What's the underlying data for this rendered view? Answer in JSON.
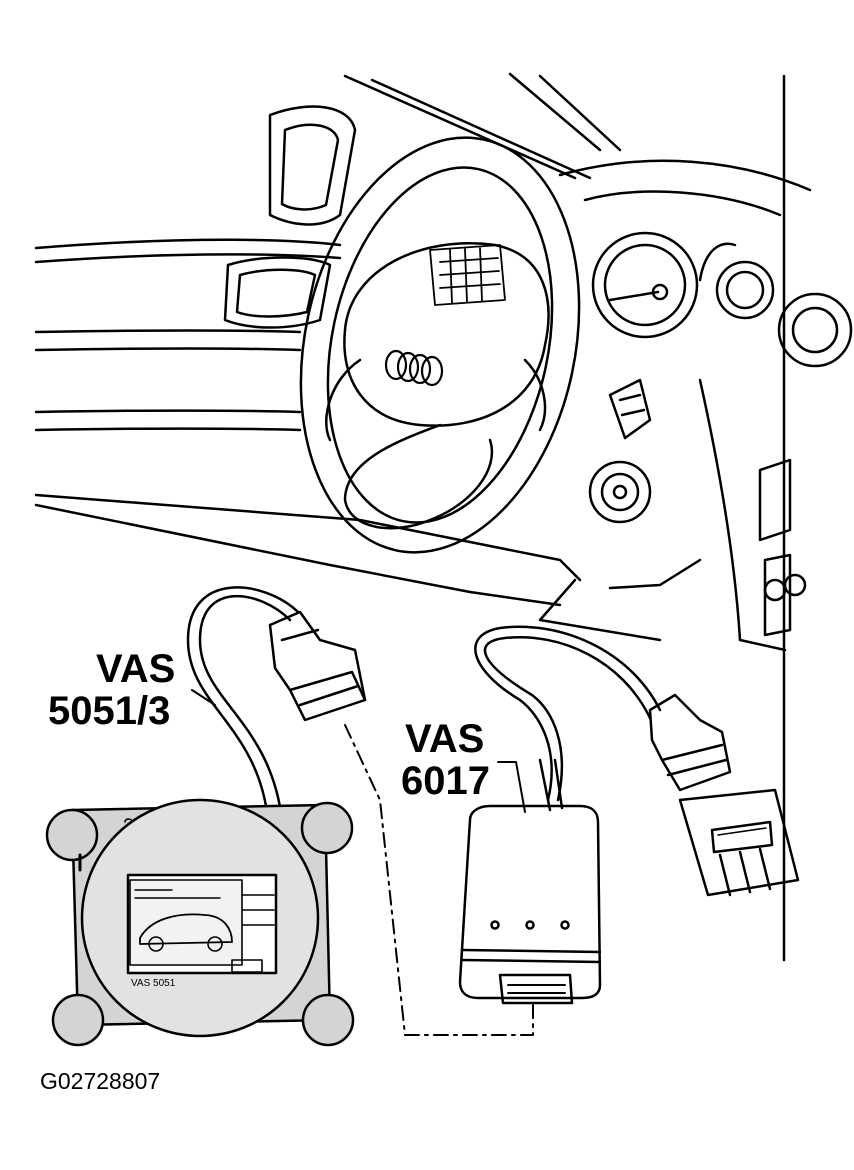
{
  "diagram": {
    "labels": {
      "vas_5051_3": {
        "line1": "VAS",
        "line2": "5051/3"
      },
      "vas_6017": {
        "line1": "VAS",
        "line2": "6017"
      },
      "tester_screen": "VAS 5051"
    },
    "figure_id": "G02728807",
    "colors": {
      "line": "#000000",
      "background": "#ffffff",
      "tester_body": "#d4d4d4",
      "screen": "#e8e8e8"
    },
    "icons": [
      "steering-wheel",
      "audi-rings-logo",
      "diagnostic-tester",
      "adapter-module",
      "connector-plug"
    ]
  }
}
